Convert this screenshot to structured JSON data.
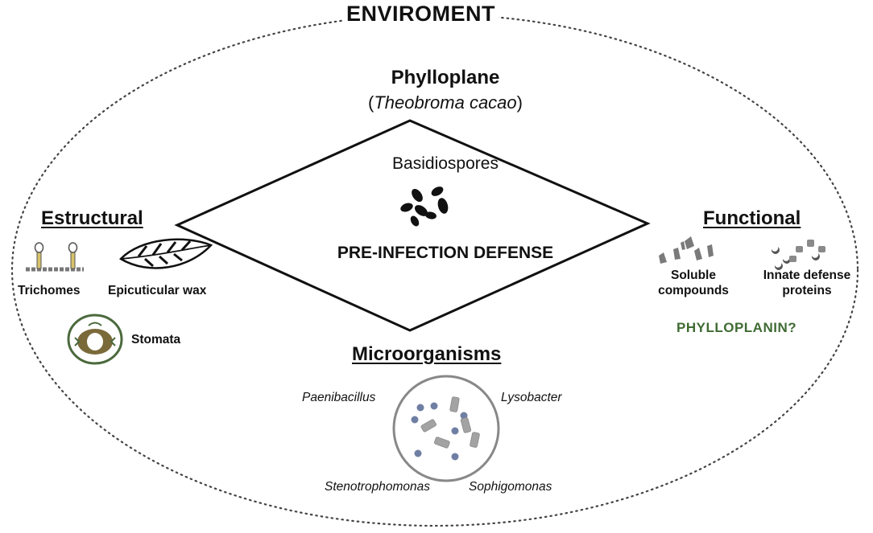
{
  "title": "ENVIROMENT",
  "center": {
    "heading": "Phylloplane",
    "species": "Theobroma cacao",
    "pathogen": "Basidiospores",
    "defense": "PRE-INFECTION DEFENSE"
  },
  "structural": {
    "heading": "Estructural",
    "items": [
      "Trichomes",
      "Epicuticular wax",
      "Stomata"
    ]
  },
  "functional": {
    "heading": "Functional",
    "soluble": [
      "Soluble",
      "compounds"
    ],
    "proteins": [
      "Innate defense",
      "proteins"
    ],
    "question": "PHYLLOPLANIN?"
  },
  "microorganisms": {
    "heading": "Microorganisms",
    "items": [
      "Paenibacillus",
      "Lysobacter",
      "Stenotrophomonas",
      "Sophigomonas"
    ]
  },
  "colors": {
    "ellipse_dots": "#444444",
    "coccus": "#6f7fa3",
    "rod": "#a3a3a3",
    "shard": "#7a7a7a",
    "phylloplanin": "#3f6b33",
    "stomata_ring": "#4c6a3d",
    "guard_cell": "#7a6a3a"
  }
}
